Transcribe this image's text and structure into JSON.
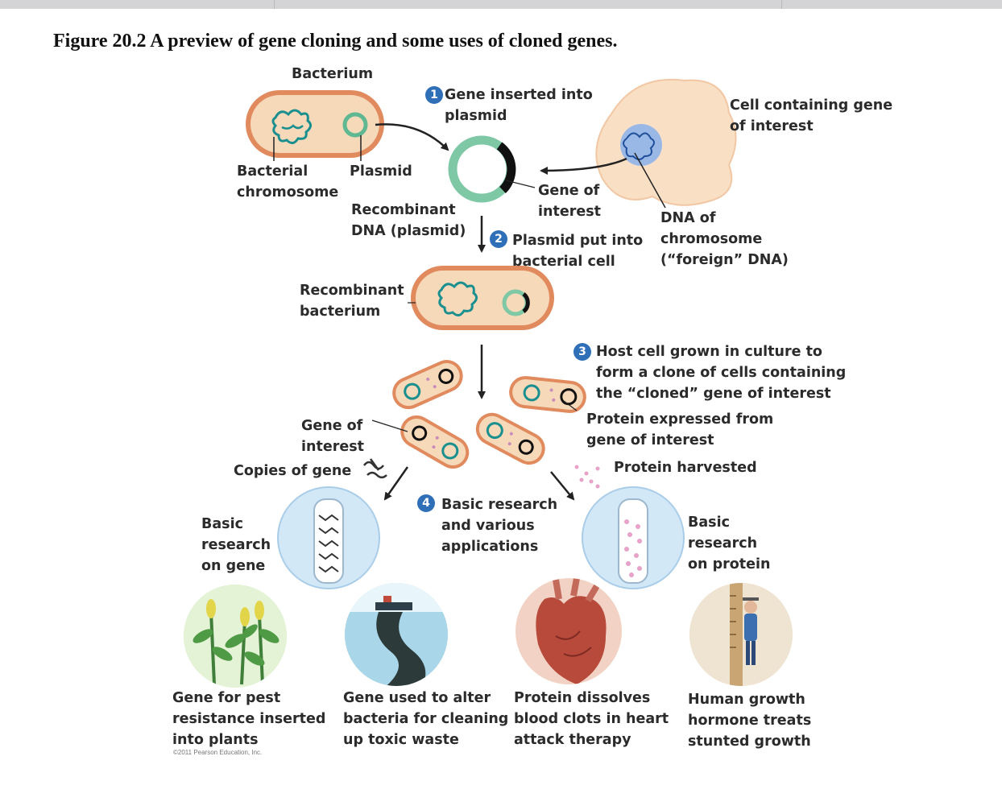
{
  "figure": {
    "title": "Figure 20.2 A preview of gene cloning and some uses of cloned genes."
  },
  "steps": [
    {
      "number": "1",
      "lines": [
        "Gene inserted into",
        "plasmid"
      ]
    },
    {
      "number": "2",
      "lines": [
        "Plasmid put into",
        "bacterial cell"
      ]
    },
    {
      "number": "3",
      "lines": [
        "Host cell grown in culture to",
        "form a clone of cells containing",
        "the “cloned” gene of interest"
      ]
    },
    {
      "number": "4",
      "lines": [
        "Basic research",
        "and various",
        "applications"
      ]
    }
  ],
  "labels": {
    "bacterium": "Bacterium",
    "bacterial_chromosome": [
      "Bacterial",
      "chromosome"
    ],
    "plasmid": "Plasmid",
    "recombinant_dna": [
      "Recombinant",
      "DNA (plasmid)"
    ],
    "gene_of_interest_top": [
      "Gene of",
      "interest"
    ],
    "cell_containing_gene": [
      "Cell containing gene",
      "of interest"
    ],
    "dna_of_chromosome": [
      "DNA of",
      "chromosome",
      "(“foreign” DNA)"
    ],
    "recombinant_bacterium": [
      "Recombinant",
      "bacterium"
    ],
    "gene_of_interest_mid": [
      "Gene of",
      "interest"
    ],
    "copies_of_gene": "Copies of gene",
    "protein_expressed": [
      "Protein expressed from",
      "gene of interest"
    ],
    "protein_harvested": "Protein harvested",
    "basic_research_gene": [
      "Basic",
      "research",
      "on gene"
    ],
    "basic_research_protein": [
      "Basic",
      "research",
      "on protein"
    ]
  },
  "applications": [
    {
      "icon": "plant-icon",
      "lines": [
        "Gene for pest",
        "resistance inserted",
        "into plants"
      ]
    },
    {
      "icon": "oil-spill-icon",
      "lines": [
        "Gene used to alter",
        "bacteria for cleaning",
        "up toxic waste"
      ]
    },
    {
      "icon": "heart-icon",
      "lines": [
        "Protein dissolves",
        "blood clots in heart",
        "attack therapy"
      ]
    },
    {
      "icon": "growth-chart-icon",
      "lines": [
        "Human growth",
        "hormone treats",
        "stunted growth"
      ]
    }
  ],
  "copyright": "©2011 Pearson Education, Inc.",
  "colors": {
    "cell_fill": "#f2c9a8",
    "cell_membrane": "#d9845a",
    "plasmid_green": "#7ec8a6",
    "dna_teal": "#1e9c9c",
    "step_badge": "#2f6fb8",
    "tube_circle": "#cfe6f7"
  }
}
